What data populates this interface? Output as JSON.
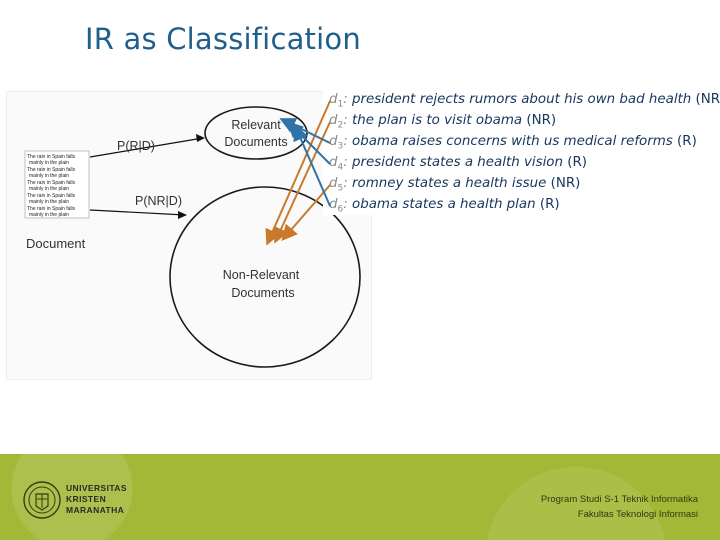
{
  "slide": {
    "title": "IR as Classification"
  },
  "figure": {
    "relevant_label_1": "Relevant",
    "relevant_label_2": "Documents",
    "nonrelevant_label_1": "Non-Relevant",
    "nonrelevant_label_2": "Documents",
    "prob_relevant": "P(R|D)",
    "prob_nonrelevant": "P(NR|D)",
    "document_label": "Document",
    "doc_icon_lines": [
      "The rain in Spain falls",
      "mainly in the plain",
      "The rain in Spain falls",
      "mainly in the plain",
      "The rain in Spain falls",
      "mainly in the plain",
      "The rain in Spain falls",
      "mainly in the plain",
      "The rain in Spain falls",
      "mainly in the plain"
    ]
  },
  "documents": [
    {
      "id": "d",
      "sub": "1",
      "text": "president rejects rumors about his own bad health",
      "tag": "(NR)"
    },
    {
      "id": "d",
      "sub": "2",
      "text": "the plan is to visit obama",
      "tag": "(NR)"
    },
    {
      "id": "d",
      "sub": "3",
      "text": "obama raises concerns with us medical reforms",
      "tag": "(R)"
    },
    {
      "id": "d",
      "sub": "4",
      "text": "president states a health vision",
      "tag": "(R)"
    },
    {
      "id": "d",
      "sub": "5",
      "text": "romney states a health issue",
      "tag": "(NR)"
    },
    {
      "id": "d",
      "sub": "6",
      "text": "obama states a health plan",
      "tag": "(R)"
    }
  ],
  "footer": {
    "university_line_1": "UNIVERSITAS",
    "university_line_2": "KRISTEN",
    "university_line_3": "MARANATHA",
    "program_line_1": "Program Studi S-1 Teknik Informatika",
    "program_line_2": "Fakultas Teknologi Informasi"
  },
  "colors": {
    "title": "#1f5f8b",
    "doc_text": "#17365d",
    "arrow_relevant": "#2e74a8",
    "arrow_nonrelevant": "#c87a2c",
    "footer": "#a4b838"
  },
  "icons": [
    "university-logo-icon"
  ]
}
